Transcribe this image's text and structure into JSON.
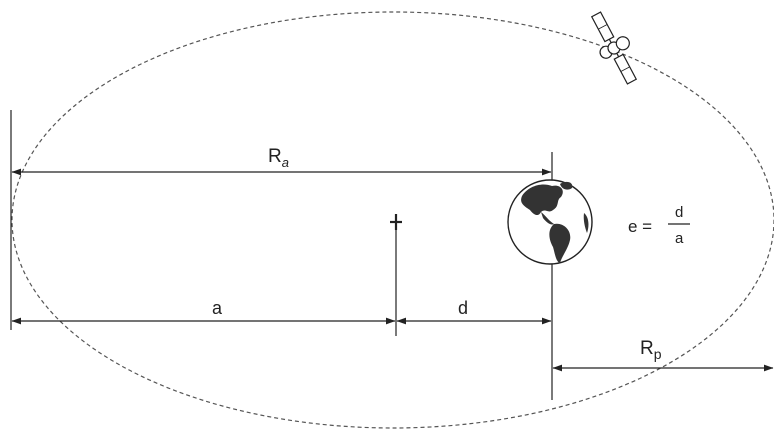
{
  "labels": {
    "apoapsis_radius": "R",
    "apoapsis_subscript": "a",
    "semi_major_axis": "a",
    "focus_offset": "d",
    "periapsis_radius": "R",
    "periapsis_subscript": "p",
    "eccentricity_lhs": "e =",
    "eccentricity_numerator": "d",
    "eccentricity_denominator": "a"
  },
  "colors": {
    "ink": "#222222",
    "orbit": "#555555",
    "background": "#ffffff"
  },
  "icons": {
    "body": "earth-globe-icon",
    "satellite": "satellite-icon"
  }
}
